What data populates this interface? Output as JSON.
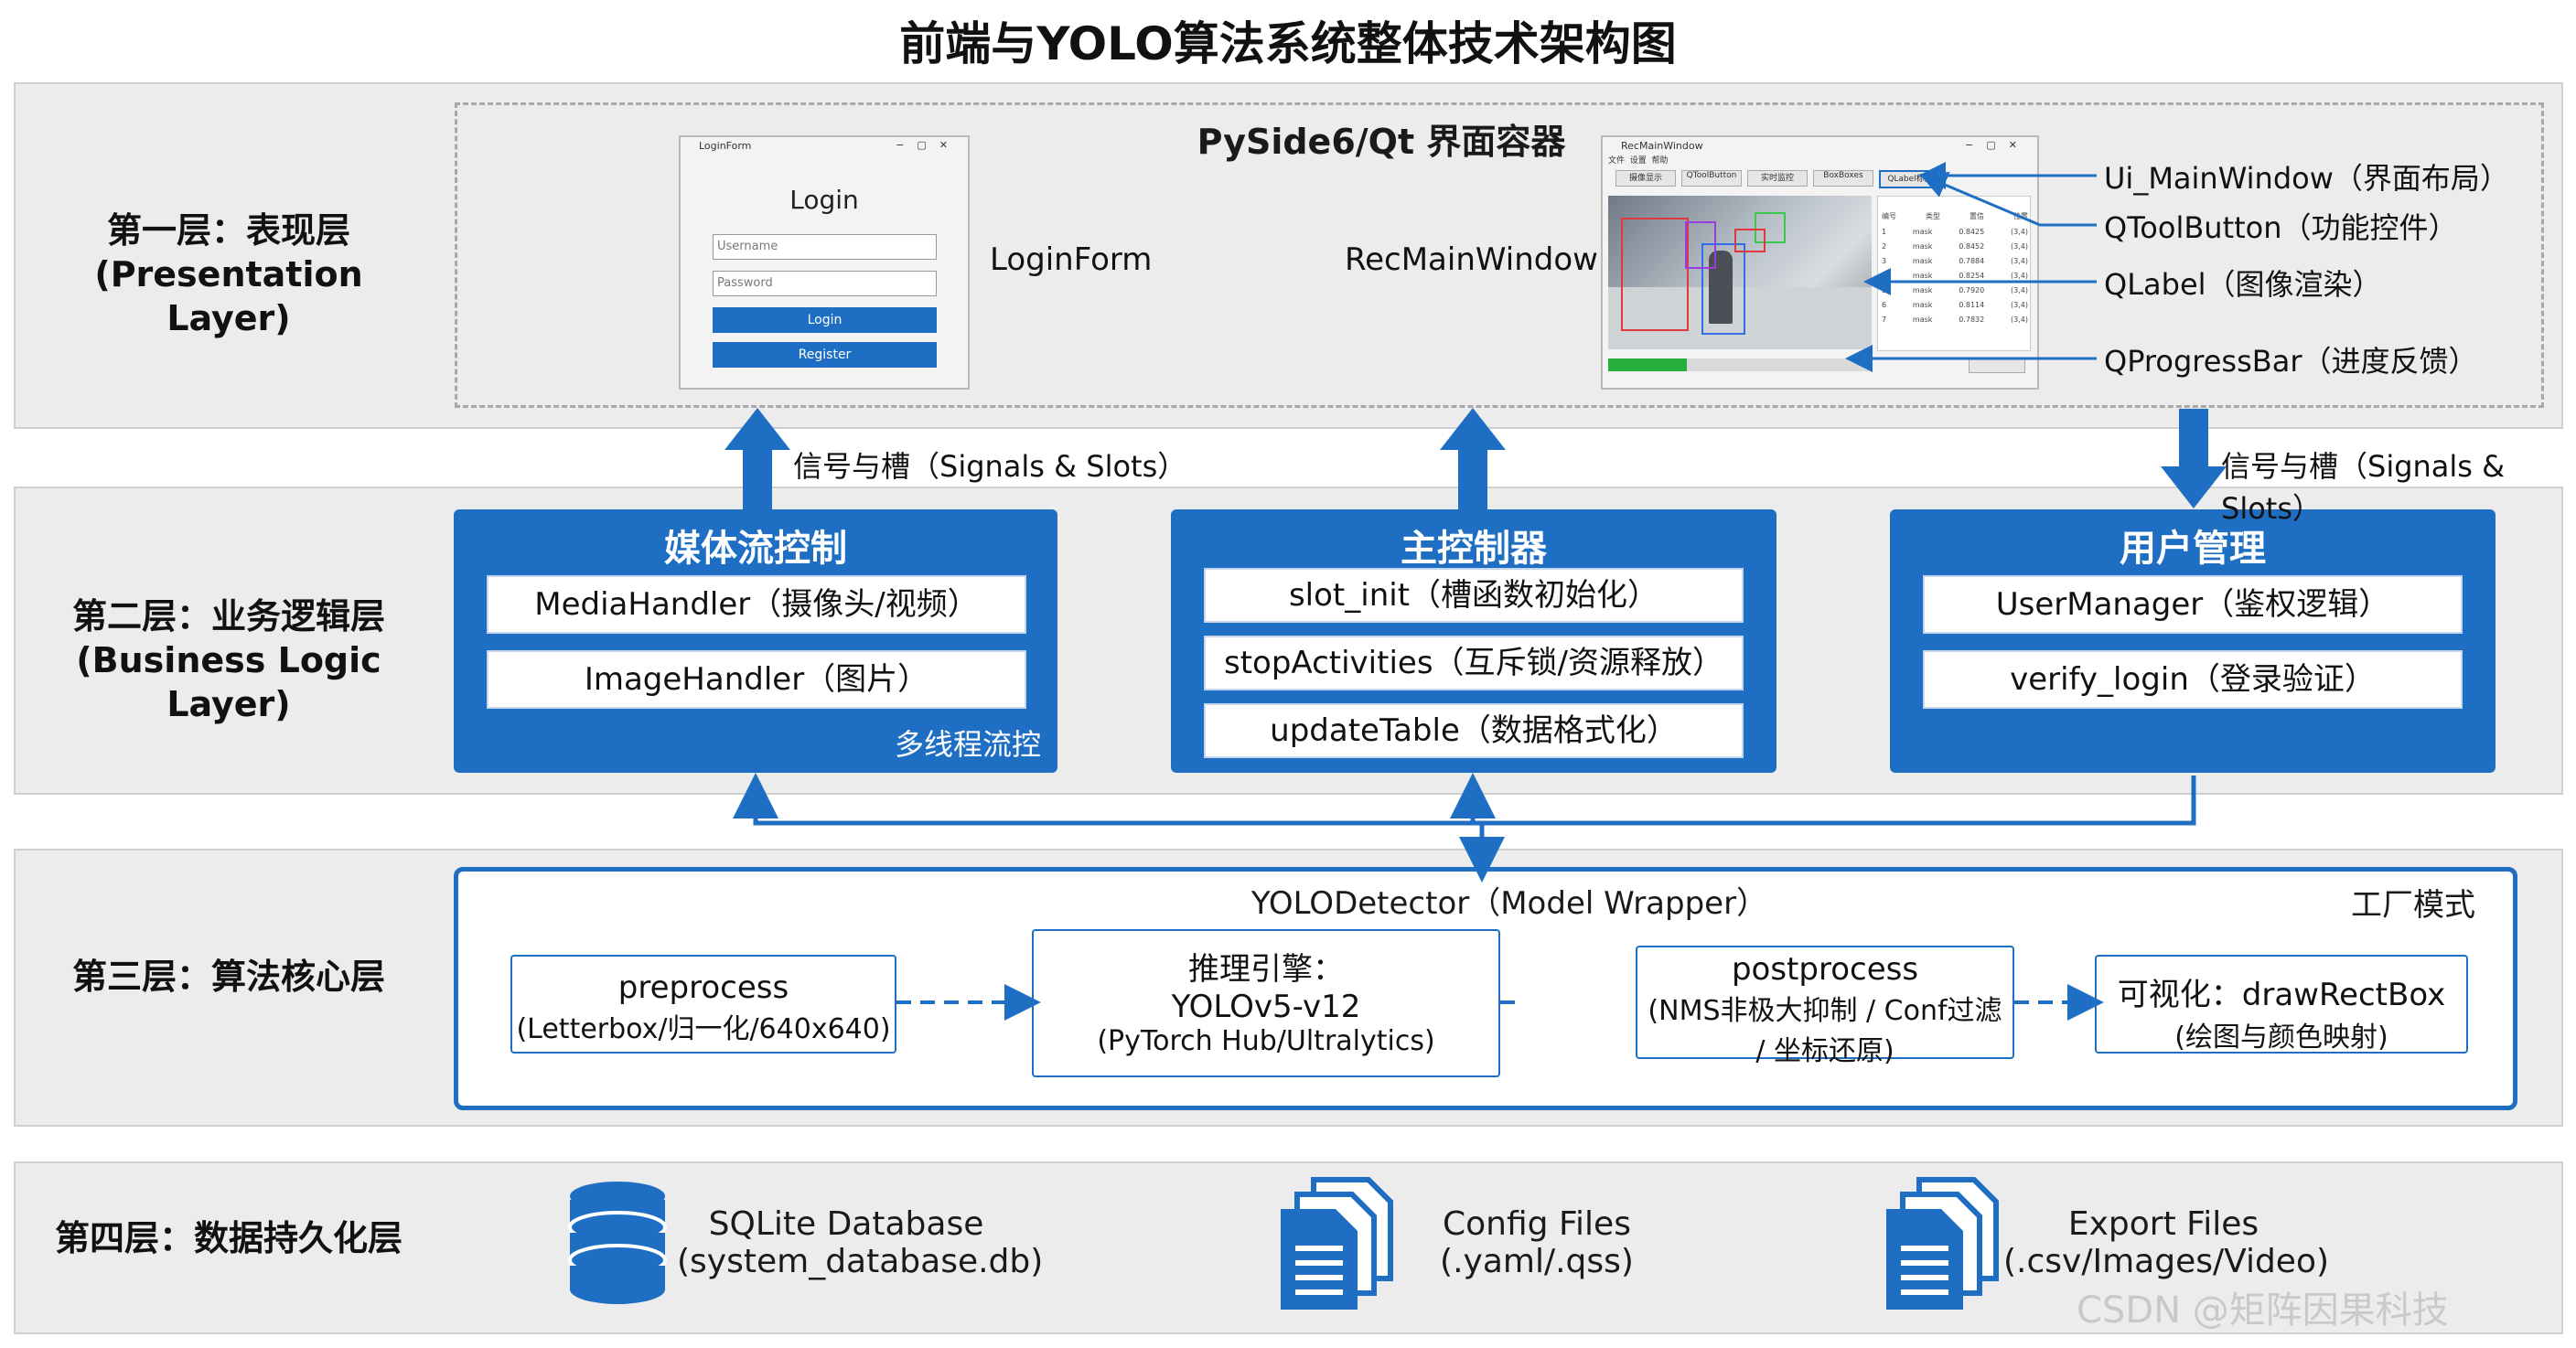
{
  "title": "前端与YOLO算法系统整体技术架构图",
  "layers": {
    "l1": {
      "name": "第一层：表现层",
      "en": "(Presentation Layer)"
    },
    "l2": {
      "name": "第二层：业务逻辑层",
      "en": "(Business Logic Layer)"
    },
    "l3": {
      "name": "第三层：算法核心层"
    },
    "l4": {
      "name": "第四层：数据持久化层"
    }
  },
  "presentation": {
    "container_title": "PySide6/Qt 界面容器",
    "login_form": {
      "window_title": "LoginForm",
      "heading": "Login",
      "username_placeholder": "Username",
      "password_placeholder": "Password",
      "login_button": "Login",
      "register_button": "Register",
      "label": "LoginForm"
    },
    "main_window": {
      "window_title": "RecMainWindow",
      "menu": [
        "文件",
        "设置",
        "帮助"
      ],
      "toolbar": [
        "摄像显示",
        "QToolButton",
        "实时监控",
        "BoxBoxes",
        "QLabel标签"
      ],
      "label": "RecMainWindow",
      "table_header": [
        "编号",
        "类型",
        "置信",
        "位置"
      ],
      "table_rows": [
        [
          "1",
          "mask",
          "0.8425",
          "(3,4)"
        ],
        [
          "2",
          "mask",
          "0.8452",
          "(3,4)"
        ],
        [
          "3",
          "mask",
          "0.7884",
          "(3,4)"
        ],
        [
          "4",
          "mask",
          "0.8254",
          "(3,4)"
        ],
        [
          "5",
          "mask",
          "0.7920",
          "(3,4)"
        ],
        [
          "6",
          "mask",
          "0.8114",
          "(3,4)"
        ],
        [
          "7",
          "mask",
          "0.7832",
          "(3,4)"
        ]
      ],
      "progress": 0.3
    },
    "callouts": [
      "Ui_MainWindow（界面布局）",
      "QToolButton（功能控件）",
      "QLabel（图像渲染）",
      "QProgressBar（进度反馈）"
    ],
    "signal_left": "信号与槽（Signals & Slots）",
    "signal_right": "信号与槽（Signals & Slots）"
  },
  "business": {
    "media": {
      "title": "媒体流控制",
      "items": [
        "MediaHandler（摄像头/视频）",
        "ImageHandler（图片）"
      ],
      "note": "多线程流控"
    },
    "controller": {
      "title": "主控制器",
      "items": [
        "slot_init（槽函数初始化）",
        "stopActivities（互斥锁/资源释放）",
        "updateTable（数据格式化）"
      ]
    },
    "user": {
      "title": "用户管理",
      "items": [
        "UserManager（鉴权逻辑）",
        "verify_login（登录验证）"
      ]
    }
  },
  "algorithm": {
    "title": "YOLODetector（Model Wrapper）",
    "pattern": "工厂模式",
    "preprocess": {
      "line1": "preprocess",
      "line2": "(Letterbox/归一化/640x640)"
    },
    "engine": {
      "line1": "推理引擎：",
      "line2": "YOLOv5-v12",
      "line3": "(PyTorch Hub/Ultralytics)"
    },
    "postprocess": {
      "line1": "postprocess",
      "line2": "(NMS非极大抑制 / Conf过滤",
      "line3": "/ 坐标还原)"
    },
    "visualize": {
      "line1": "可视化：drawRectBox",
      "line2": "(绘图与颜色映射)"
    }
  },
  "data": {
    "db": {
      "line1": "SQLite Database",
      "line2": "(system_database.db)",
      "icon": "database-icon"
    },
    "config": {
      "line1": "Config Files",
      "line2": "(.yaml/.qss)",
      "icon": "files-icon"
    },
    "export": {
      "line1": "Export Files",
      "line2": "(.csv/Images/Video)",
      "icon": "files-icon"
    }
  },
  "watermark": "CSDN @矩阵因果科技",
  "colors": {
    "accent": "#1e6fc4",
    "layer_bg": "#ececec",
    "dash": "#a8a8a8"
  }
}
